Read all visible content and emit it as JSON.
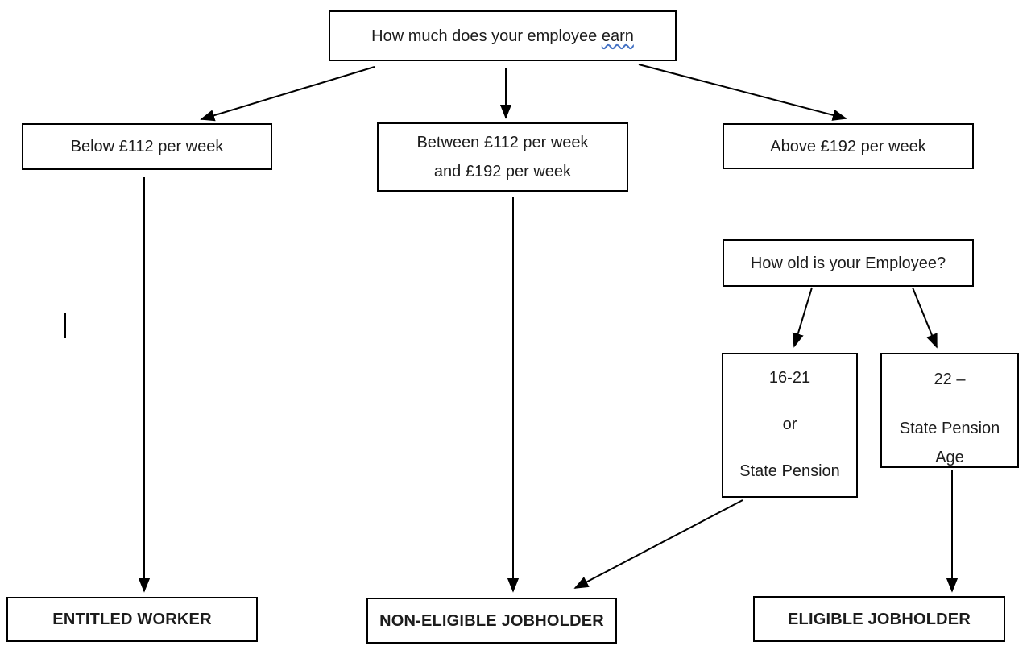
{
  "diagram": {
    "background": "#ffffff",
    "line_color": "#000000",
    "spellcheck_underline_color": "#4472c4",
    "nodes": {
      "earnings_question": {
        "text_main": "How much does your employee ",
        "text_underlined": "earn"
      },
      "below_112": {
        "label": "Below £112 per week"
      },
      "between_112_192": {
        "line1": "Between £112 per week",
        "line2": "and £192 per week"
      },
      "above_192": {
        "label": "Above £192 per week"
      },
      "age_question": {
        "label": "How old is your Employee?"
      },
      "age_16_21": {
        "line1": "16-21",
        "line2": "or",
        "line3": "State Pension"
      },
      "age_22_spa": {
        "line1": "22 –",
        "line2": "State Pension",
        "line3": "Age"
      },
      "entitled_worker": {
        "label": "ENTITLED WORKER"
      },
      "non_eligible_jobholder": {
        "label": "NON-ELIGIBLE JOBHOLDER"
      },
      "eligible_jobholder": {
        "label": "ELIGIBLE JOBHOLDER"
      }
    }
  }
}
